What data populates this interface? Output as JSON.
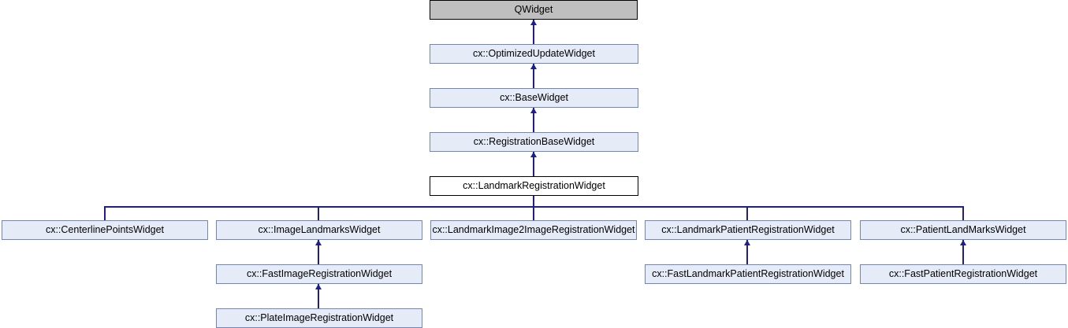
{
  "diagram": {
    "type": "class-inheritance",
    "title": "cx::LandmarkRegistrationWidget inheritance diagram",
    "colors": {
      "base_fill": "#bfbfbf",
      "base_border": "#000000",
      "current_fill": "#ffffff",
      "current_border": "#000000",
      "derived_fill": "#e6ecf7",
      "derived_border": "#7286b5",
      "edge": "#1f1f8c",
      "background": "#ffffff"
    },
    "nodes": {
      "qwidget": "QWidget",
      "optimized_update_widget": "cx::OptimizedUpdateWidget",
      "base_widget": "cx::BaseWidget",
      "registration_base_widget": "cx::RegistrationBaseWidget",
      "landmark_registration_widget": "cx::LandmarkRegistrationWidget",
      "centerline_points_widget": "cx::CenterlinePointsWidget",
      "image_landmarks_widget": "cx::ImageLandmarksWidget",
      "landmark_image2image_registration_widget": "cx::LandmarkImage2ImageRegistrationWidget",
      "landmark_patient_registration_widget": "cx::LandmarkPatientRegistrationWidget",
      "patient_landmarks_widget": "cx::PatientLandMarksWidget",
      "fast_image_registration_widget": "cx::FastImageRegistrationWidget",
      "fast_landmark_patient_registration_widget": "cx::FastLandmarkPatientRegistrationWidget",
      "fast_patient_registration_widget": "cx::FastPatientRegistrationWidget",
      "plate_image_registration_widget": "cx::PlateImageRegistrationWidget"
    },
    "edges": [
      {
        "from": "cx::OptimizedUpdateWidget",
        "to": "QWidget"
      },
      {
        "from": "cx::BaseWidget",
        "to": "cx::OptimizedUpdateWidget"
      },
      {
        "from": "cx::RegistrationBaseWidget",
        "to": "cx::BaseWidget"
      },
      {
        "from": "cx::LandmarkRegistrationWidget",
        "to": "cx::RegistrationBaseWidget"
      },
      {
        "from": "cx::CenterlinePointsWidget",
        "to": "cx::LandmarkRegistrationWidget"
      },
      {
        "from": "cx::ImageLandmarksWidget",
        "to": "cx::LandmarkRegistrationWidget"
      },
      {
        "from": "cx::LandmarkImage2ImageRegistrationWidget",
        "to": "cx::LandmarkRegistrationWidget"
      },
      {
        "from": "cx::LandmarkPatientRegistrationWidget",
        "to": "cx::LandmarkRegistrationWidget"
      },
      {
        "from": "cx::PatientLandMarksWidget",
        "to": "cx::LandmarkRegistrationWidget"
      },
      {
        "from": "cx::FastImageRegistrationWidget",
        "to": "cx::ImageLandmarksWidget"
      },
      {
        "from": "cx::PlateImageRegistrationWidget",
        "to": "cx::FastImageRegistrationWidget"
      },
      {
        "from": "cx::FastLandmarkPatientRegistrationWidget",
        "to": "cx::LandmarkPatientRegistrationWidget"
      },
      {
        "from": "cx::FastPatientRegistrationWidget",
        "to": "cx::PatientLandMarksWidget"
      }
    ]
  }
}
